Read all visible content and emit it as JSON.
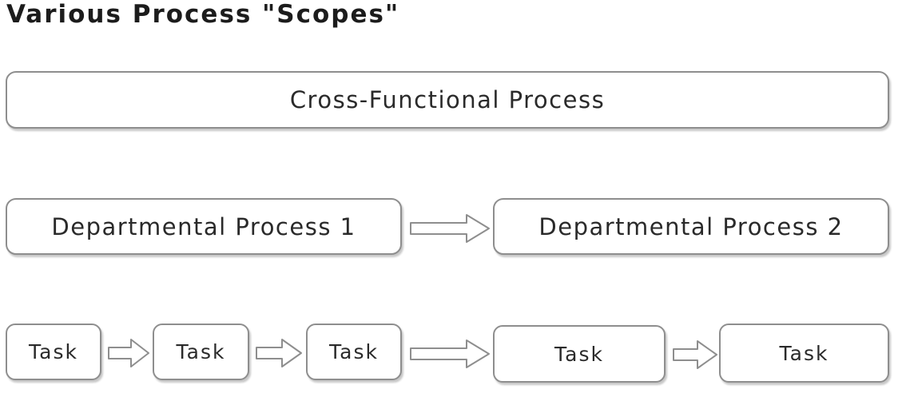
{
  "title": "Various Process \"Scopes\"",
  "diagram": {
    "levels": [
      {
        "name": "cross-functional",
        "boxes": [
          {
            "label": "Cross-Functional Process"
          }
        ]
      },
      {
        "name": "departmental",
        "boxes": [
          {
            "label": "Departmental Process 1"
          },
          {
            "label": "Departmental Process 2"
          }
        ]
      },
      {
        "name": "task",
        "boxes": [
          {
            "label": "Task"
          },
          {
            "label": "Task"
          },
          {
            "label": "Task"
          },
          {
            "label": "Task"
          },
          {
            "label": "Task"
          }
        ]
      }
    ]
  },
  "colors": {
    "box_border": "#8e8e8e",
    "arrow_stroke": "#8e8e8e",
    "text": "#2a2a2a"
  }
}
